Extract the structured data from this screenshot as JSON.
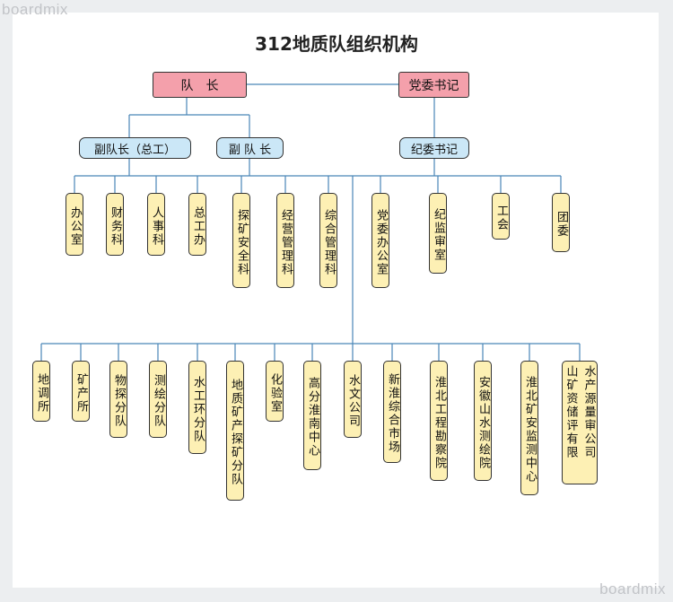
{
  "watermark": "boardmix",
  "title": "312地质队组织机构",
  "leaders": {
    "captain": "队　长",
    "party_secretary": "党委书记"
  },
  "deputies": {
    "deputy_chief_engineer": "副队长（总工）",
    "deputy_captain": "副 队 长",
    "discipline_secretary": "纪委书记"
  },
  "departments": [
    "办公室",
    "财务科",
    "人事科",
    "总工办",
    "探矿安全科",
    "经营管理科",
    "综合管理科",
    "党委办公室",
    "纪监审室",
    "工会",
    "团委"
  ],
  "units": [
    "地调所",
    "矿产所",
    "物探分队",
    "测绘分队",
    "水工环分队",
    "地质矿产探矿分队",
    "化验室",
    "高分淮南中心",
    "水文公司",
    "新淮综合市场",
    "淮北工程勘察院",
    "安徽山水测绘院",
    "淮北矿安监测中心"
  ],
  "last_unit": {
    "col1": "山矿资储评有限",
    "col2": "水产源量审公司"
  }
}
